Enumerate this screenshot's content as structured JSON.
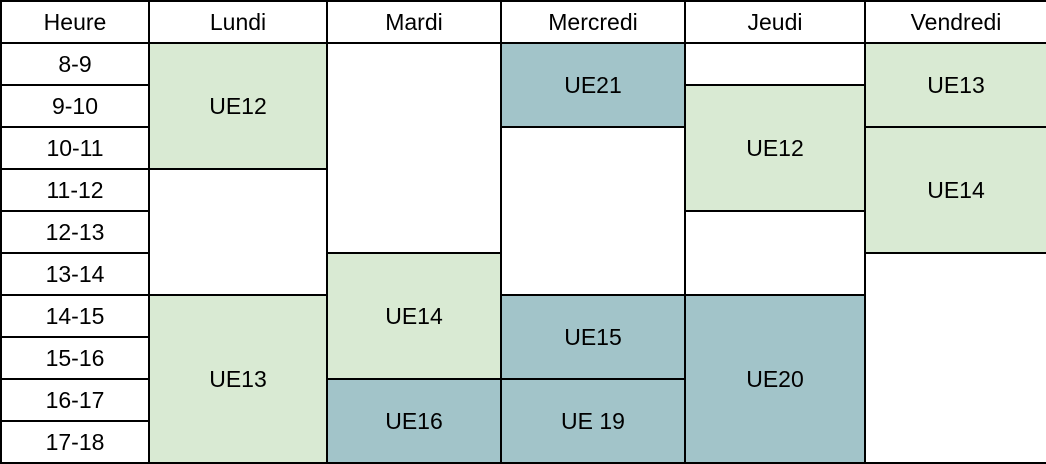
{
  "headers": {
    "hour": "Heure",
    "monday": "Lundi",
    "tuesday": "Mardi",
    "wednesday": "Mercredi",
    "thursday": "Jeudi",
    "friday": "Vendredi"
  },
  "hours": [
    "8-9",
    "9-10",
    "10-11",
    "11-12",
    "12-13",
    "13-14",
    "14-15",
    "15-16",
    "16-17",
    "17-18"
  ],
  "courses": {
    "monday_1": "UE12",
    "monday_2": "UE13",
    "tuesday_1": "UE14",
    "tuesday_2": "UE16",
    "wednesday_1": "UE21",
    "wednesday_2": "UE15",
    "wednesday_3": "UE 19",
    "thursday_1": "UE12",
    "thursday_2": "UE20",
    "friday_1": "UE13",
    "friday_2": "UE14"
  },
  "colors": {
    "green": "#d9ead3",
    "teal": "#a2c4c9"
  }
}
